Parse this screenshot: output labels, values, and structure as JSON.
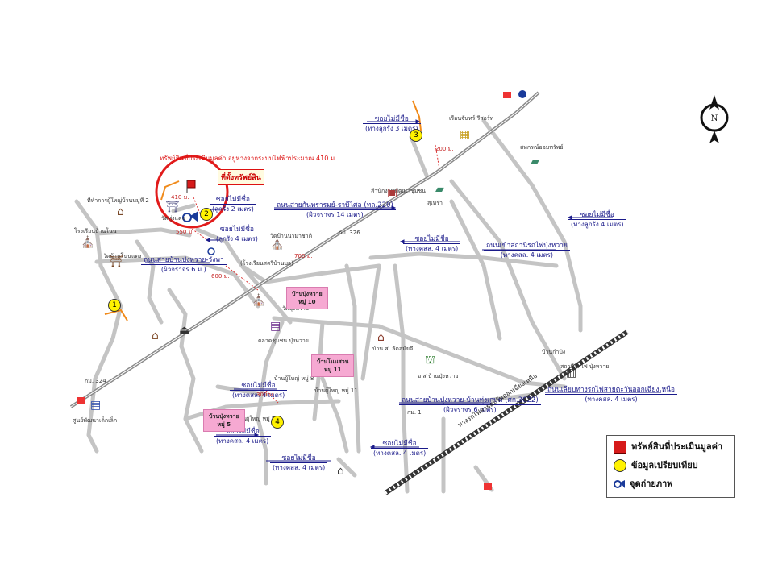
{
  "colors": {
    "road": "#c4c4c4",
    "highway": "#7a7a7a",
    "route_arrow": "#e0801a",
    "label_blue": "#1a1a8a",
    "property_circle": "#e11b1b",
    "pink_box": "#f6a9d2",
    "comparable_marker": "#fff200"
  },
  "top_note": "ทรัพย์สินที่ประเมินมูลค่า อยู่ห่างจากระบบไฟฟ้าประมาณ 410 ม.",
  "property_label": "ที่ตั้งทรัพย์สิน",
  "road_labels": [
    {
      "line1": "ซอยไม่มีชื่อ",
      "line2": "(ทางลูกรัง 3 เมตร)"
    },
    {
      "line1": "ซอยไม่มีชื่อ",
      "line2": "(ลูกรัง 2 เมตร)"
    },
    {
      "line1": "ถนนสายกันทรารมย์-ราษีไศล (ทล.220)",
      "line2": "(ผิวจราจร 14 เมตร)"
    },
    {
      "line1": "ซอยไม่มีชื่อ",
      "line2": "(ลูกรัง 4 เมตร)"
    },
    {
      "line1": "ซอยไม่มีชื่อ",
      "line2": "(ทางลูกรัง 4 เมตร)"
    },
    {
      "line1": "ถนนสายบ้านปุ่งหวาย-วังพา",
      "line2": "(ผิวจราจร 6 ม.)"
    },
    {
      "line1": "ซอยไม่มีชื่อ",
      "line2": "(ทางคสล. 4 เมตร)"
    },
    {
      "line1": "ถนนเข้าสถานีรถไฟปุ่งหวาย",
      "line2": "(ทางคสล. 4 เมตร)"
    },
    {
      "line1": "ซอยไม่มีชื่อ",
      "line2": "(ทางคสล. 4 เมตร)"
    },
    {
      "line1": "ถนนสายบ้านปุ่งหวาย-บ้านทุ่งเกษม (ศก.3022)",
      "line2": "(ผิวจราจร 6 เมตร)"
    },
    {
      "line1": "ถนนเลียบทางรถไฟสายตะวันออกเฉียงเหนือ",
      "line2": "(ทางคสล. 4 เมตร)"
    },
    {
      "line1": "ซอยไม่มีชื่อ",
      "line2": "(ทางคสล. 4 เมตร)"
    },
    {
      "line1": "ซอยไม่มีชื่อ",
      "line2": "(ทางคสล. 4 เมตร)"
    },
    {
      "line1": "ซอยไม่มีชื่อ",
      "line2": "(ทางคสล. 4 เมตร)"
    }
  ],
  "places": [
    "ที่ทำการผู้ใหญ่บ้านหมู่ที่ 2",
    "โรงเรียนบ้านโนน",
    "วัดบ้านโนนแดง",
    "วัดทุ่งแดง",
    "วัดบ้านนามาชาติ",
    "(โรงเรียนสตรีบ้านบอ)",
    "เรือนจันทร์ รีสอร์ท",
    "สหกรณ์ออมทรัพย์",
    "สำนักงานพัฒนาชุมชน",
    "สุเหร่า",
    "ตลาดชุมชน ปุ่งหวาย",
    "บ้าน ส. ลัดสมัยดี",
    "อ.ส บ้านปุ่งหวาย",
    "สถานีรถไฟ ปุ่งหวาย",
    "บ้านกำปัง",
    "บ้านผู้ใหญ่ หมู่ 8",
    "บ้านผู้ใหญ่ หมู่ 11",
    "บ้านผู้ใหญ่ หมู่ 5",
    "ศูนย์พัฒนาเด็กเล็ก",
    "กม. 324",
    "กม. 326",
    "กม. 1",
    "วัดปุ่งหวาย"
  ],
  "distances": [
    "410 ม.",
    "550 ม.",
    "200 ม.",
    "700 ม.",
    "600 ม.",
    "300 ม."
  ],
  "pink_boxes": [
    {
      "line1": "บ้านปุ่งหวาย",
      "line2": "หมู่ 10"
    },
    {
      "line1": "บ้านโนนสวน",
      "line2": "หมู่ 11"
    },
    {
      "line1": "บ้านปุ่งหวาย",
      "line2": "หมู่ 5"
    }
  ],
  "markers": [
    "1",
    "2",
    "3",
    "4"
  ],
  "photo_point": "2",
  "rail_label": "ทางรถไฟสายตะวันออกเฉียงเหนือ",
  "compass_label": "N",
  "legend": [
    {
      "label": "ทรัพย์สินที่ประเมินมูลค่า",
      "icon": "red-square-icon"
    },
    {
      "label": "ข้อมูลเปรียบเทียบ",
      "icon": "yellow-circle-icon"
    },
    {
      "label": "จุดถ่ายภาพ",
      "icon": "camera-point-icon"
    }
  ]
}
